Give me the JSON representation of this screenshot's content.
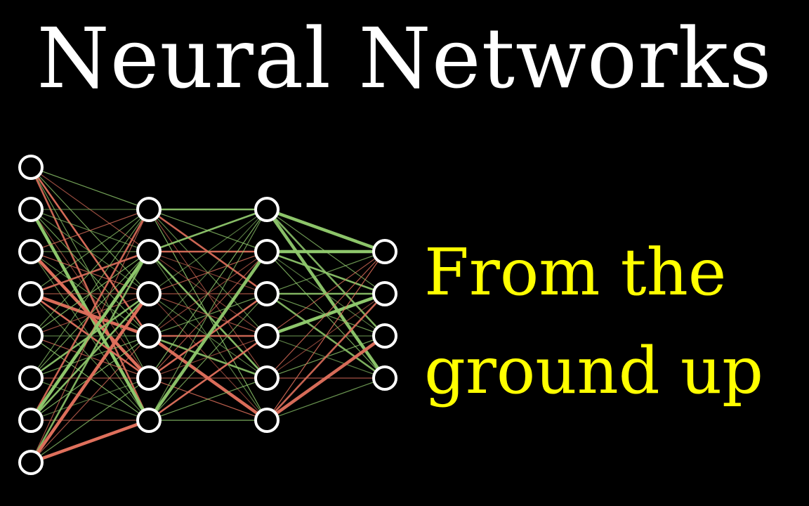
{
  "title": "Neural Networks",
  "subtitle": {
    "line1": "From the",
    "line2": "ground up"
  },
  "colors": {
    "background": "#000000",
    "title": "#ffffff",
    "subtitle": "#ffff00",
    "node_stroke": "#ffffff",
    "positive_weight": "#8fc86c",
    "negative_weight": "#e0705c"
  },
  "network": {
    "layers": [
      8,
      6,
      6,
      4
    ]
  }
}
